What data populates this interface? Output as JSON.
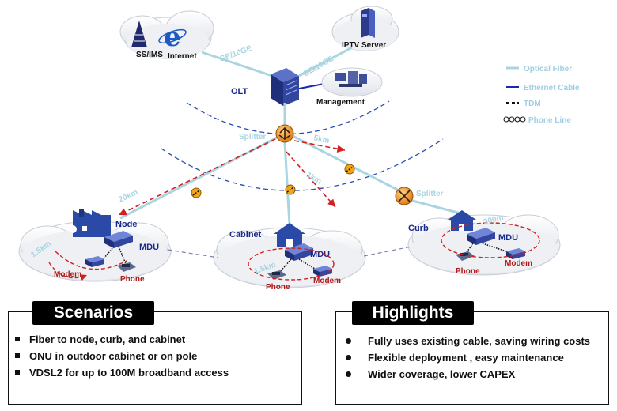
{
  "diagram": {
    "labels": {
      "ss_ims": "SS/IMS",
      "internet": "Internet",
      "iptv_server": "IPTV Server",
      "olt": "OLT",
      "management": "Management",
      "uplink_left": "GE/10GE",
      "uplink_right": "GE/10GE",
      "splitter_main": "Splitter",
      "splitter_curb": "Splitter",
      "dist_20km": "20km",
      "dist_5km": "5km",
      "dist_1km": "1km",
      "dist_1_5km": "1.5km",
      "dist_1_5km_b": "1.5km",
      "dist_300m": "300m",
      "node": "Node",
      "cabinet": "Cabinet",
      "curb": "Curb",
      "mdu_node": "MDU",
      "mdu_cabinet": "MDU",
      "mdu_curb": "MDU",
      "modem_node": "Modem",
      "modem_cabinet": "Modem",
      "modem_curb": "Modem",
      "phone_node": "Phone",
      "phone_cabinet": "Phone",
      "phone_curb": "Phone"
    },
    "legend": {
      "optical_fiber": "Optical Fiber",
      "ethernet_cable": "Ethernet Cable",
      "tdm": "TDM",
      "phone_line": "Phone Line"
    },
    "colors": {
      "fiber": "#a9d5e0",
      "ethernet": "#1a2ab0",
      "tdm": "#111111",
      "range_arc": "#2a4fb0",
      "traffic": "#d21f1f",
      "device": "#2b4aa8",
      "splitter": "#e8891a"
    }
  },
  "scenarios": {
    "title": "Scenarios",
    "items": [
      "Fiber to node, curb, and cabinet",
      "ONU in outdoor cabinet or on pole",
      "VDSL2  for up to 100M broadband access"
    ]
  },
  "highlights": {
    "title": "Highlights",
    "items": [
      "Fully uses existing cable, saving wiring costs",
      "Flexible deployment , easy maintenance",
      "Wider coverage, lower CAPEX"
    ]
  }
}
